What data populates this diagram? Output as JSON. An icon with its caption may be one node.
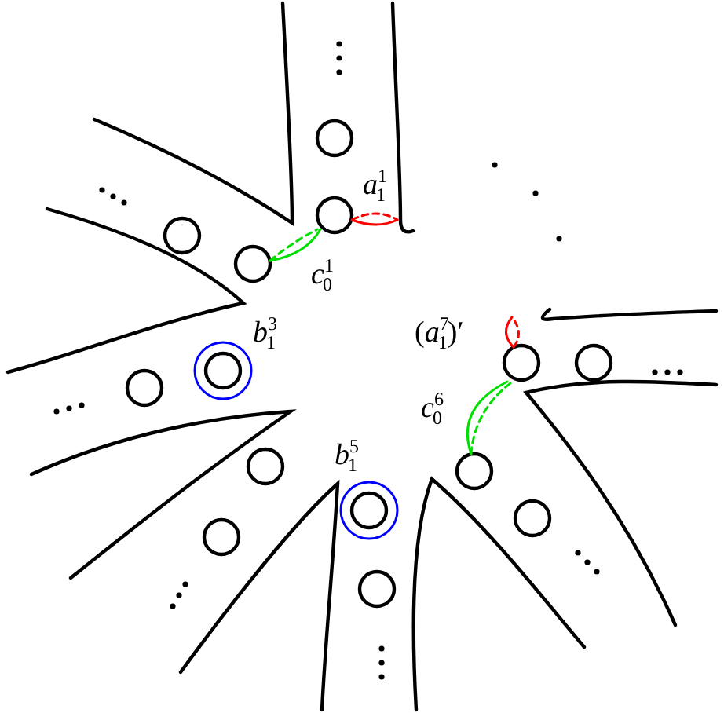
{
  "diagram": {
    "labels": [
      "*a*$^{1}$$_{1}$",
      "*c*$^{1}$$_{0}$",
      "*b*$^{3}$$_{1}$",
      "(*a*$^{7}$$_{1}$)′",
      "*c*$^{6}$$_{0}$",
      "*b*$^{5}$$_{1}$"
    ]
  }
}
